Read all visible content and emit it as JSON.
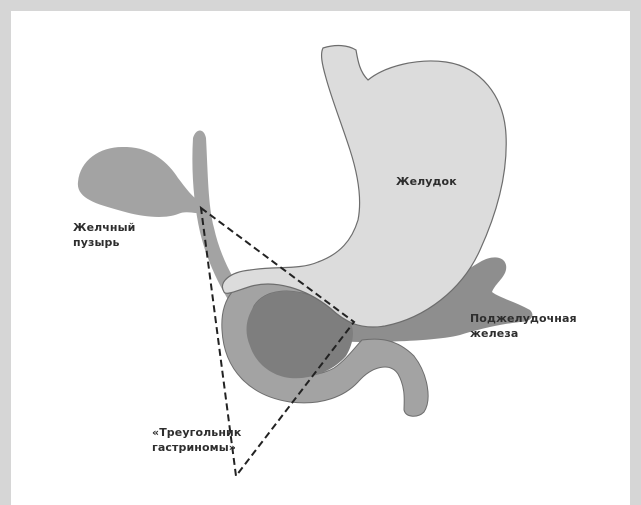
{
  "labels": {
    "stomach": "Желудок",
    "gallbladder_line1": "Желчный",
    "gallbladder_line2": "пузырь",
    "pancreas_line1": "Поджелудочная",
    "pancreas_line2": "железа",
    "triangle_line1": "«Треугольник",
    "triangle_line2": "гастриномы»"
  },
  "colors": {
    "frame": "#d6d6d6",
    "stomach_fill": "#dcdcdc",
    "organ_fill": "#a3a3a3",
    "pancreas_fill": "#8e8e8e",
    "outline": "#6d6d6d",
    "triangle_line": "#222222"
  }
}
